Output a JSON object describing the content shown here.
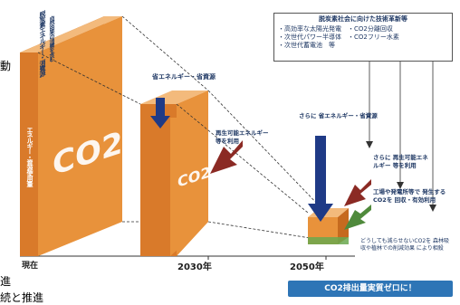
{
  "axis": {
    "x_labels": [
      "現在",
      "2030年",
      "2050年"
    ]
  },
  "main_block": {
    "co2": "CO2",
    "top_label_line1": "脱炭素エネルギー・消費源",
    "top_label_line2": "自然由来の消費を含む",
    "side_label": "エネルギー・資源使用量"
  },
  "block_2030": {
    "co2": "CO2",
    "label_energy_saving": "省エネルギー・省資源",
    "label_renewable": "再生可能エネルギー 等を利用"
  },
  "block_2050": {
    "label_more_saving": "さらに 省エネルギー・省資源",
    "label_more_renewable": "さらに 再生可能エネルギー 等を利用",
    "label_capture": "工場や発電所等で 発生するCO2を 回収・有効利用",
    "label_offset": "どうしても減らせないCO2を 森林吸収や植林での削減効果 により相殺"
  },
  "tech_box": {
    "title": "脱炭素社会に向けた技術革新等",
    "lines": [
      "・高効率な太陽光発電　・CO2分離回収",
      "・次世代パワー半導体　・CO2フリー水素",
      "・次世代蓄電池　等"
    ]
  },
  "zero_badge": "CO2排出量実質ゼロに！",
  "edge_fragments": {
    "left_mid": "動",
    "left_bottom_1": "進",
    "left_bottom_2": "続と推進"
  },
  "colors": {
    "orange_front": "#e8923b",
    "orange_side": "#c66a1f",
    "orange_top": "#f3ba7c",
    "arrow_blue": "#1f3a86",
    "arrow_red": "#8b2a24",
    "arrow_green": "#4f8a3c",
    "badge_blue": "#2e75b6"
  }
}
